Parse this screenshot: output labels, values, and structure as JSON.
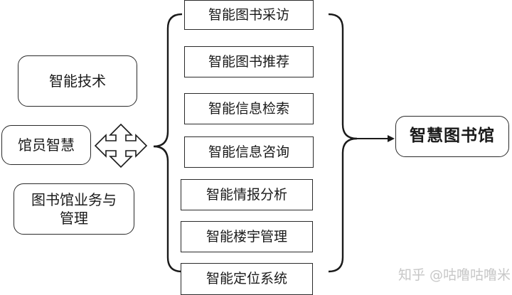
{
  "left_boxes": {
    "smart_tech": "智能技术",
    "staff_wisdom": "馆员智慧",
    "library_management": "图书馆业务与管理"
  },
  "functions": [
    "智能图书采访",
    "智能图书推荐",
    "智能信息检索",
    "智能信息咨询",
    "智能情报分析",
    "智能楼宇管理",
    "智能定位系统"
  ],
  "target": "智慧图书馆",
  "watermark": "知乎 @咕噜咕噜米"
}
